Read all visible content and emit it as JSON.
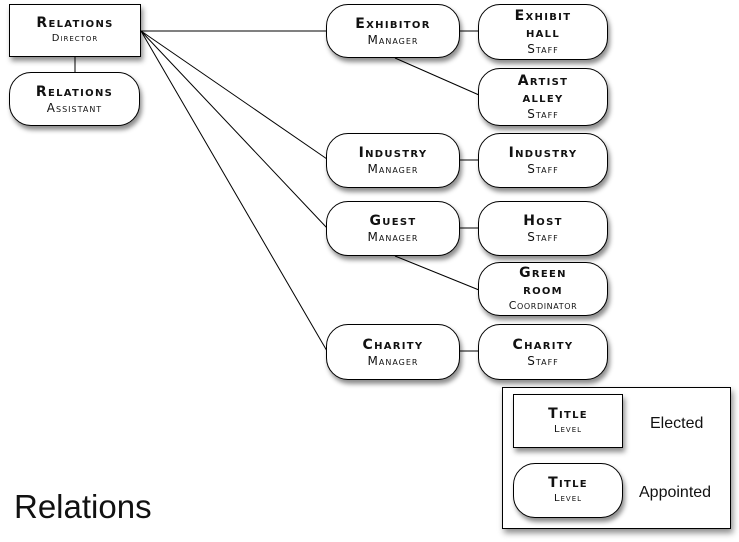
{
  "diagram_title": "Relations",
  "nodes": {
    "director": {
      "title": "Relations",
      "subtitle": "Director"
    },
    "assistant": {
      "title": "Relations",
      "subtitle": "Assistant"
    },
    "exhibitor": {
      "title": "Exhibitor",
      "subtitle": "Manager"
    },
    "exhibit_hall": {
      "title": "Exhibit Hall",
      "subtitle": "Staff"
    },
    "artist_alley": {
      "title": "Artist Alley",
      "subtitle": "Staff"
    },
    "industry_mgr": {
      "title": "Industry",
      "subtitle": "Manager"
    },
    "industry_staff": {
      "title": "Industry",
      "subtitle": "Staff"
    },
    "guest": {
      "title": "Guest",
      "subtitle": "Manager"
    },
    "host": {
      "title": "Host",
      "subtitle": "Staff"
    },
    "green_room": {
      "title": "Green Room",
      "subtitle": "Coordinator"
    },
    "charity_mgr": {
      "title": "Charity",
      "subtitle": "Manager"
    },
    "charity_staff": {
      "title": "Charity",
      "subtitle": "Staff"
    }
  },
  "legend": {
    "elected": {
      "title": "Title",
      "subtitle": "Level",
      "label": "Elected"
    },
    "appointed": {
      "title": "Title",
      "subtitle": "Level",
      "label": "Appointed"
    }
  }
}
